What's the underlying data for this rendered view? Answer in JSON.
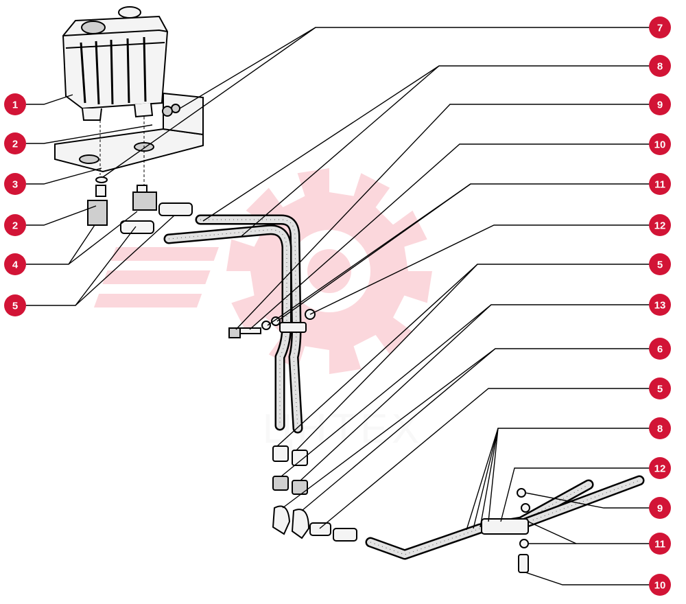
{
  "watermark": {
    "text": "ЦНТЕХ",
    "color": "#f07080"
  },
  "accent_color": "#d21436",
  "callouts": [
    {
      "id": "c1",
      "label": "1"
    },
    {
      "id": "c2a",
      "label": "2"
    },
    {
      "id": "c3",
      "label": "3"
    },
    {
      "id": "c2b",
      "label": "2"
    },
    {
      "id": "c4",
      "label": "4"
    },
    {
      "id": "c5a",
      "label": "5"
    },
    {
      "id": "c7",
      "label": "7"
    },
    {
      "id": "c8a",
      "label": "8"
    },
    {
      "id": "c9a",
      "label": "9"
    },
    {
      "id": "c10a",
      "label": "10"
    },
    {
      "id": "c11a",
      "label": "11"
    },
    {
      "id": "c12a",
      "label": "12"
    },
    {
      "id": "c5b",
      "label": "5"
    },
    {
      "id": "c13",
      "label": "13"
    },
    {
      "id": "c6",
      "label": "6"
    },
    {
      "id": "c5c",
      "label": "5"
    },
    {
      "id": "c8b",
      "label": "8"
    },
    {
      "id": "c12b",
      "label": "12"
    },
    {
      "id": "c9b",
      "label": "9"
    },
    {
      "id": "c11b",
      "label": "11"
    },
    {
      "id": "c10b",
      "label": "10"
    }
  ]
}
